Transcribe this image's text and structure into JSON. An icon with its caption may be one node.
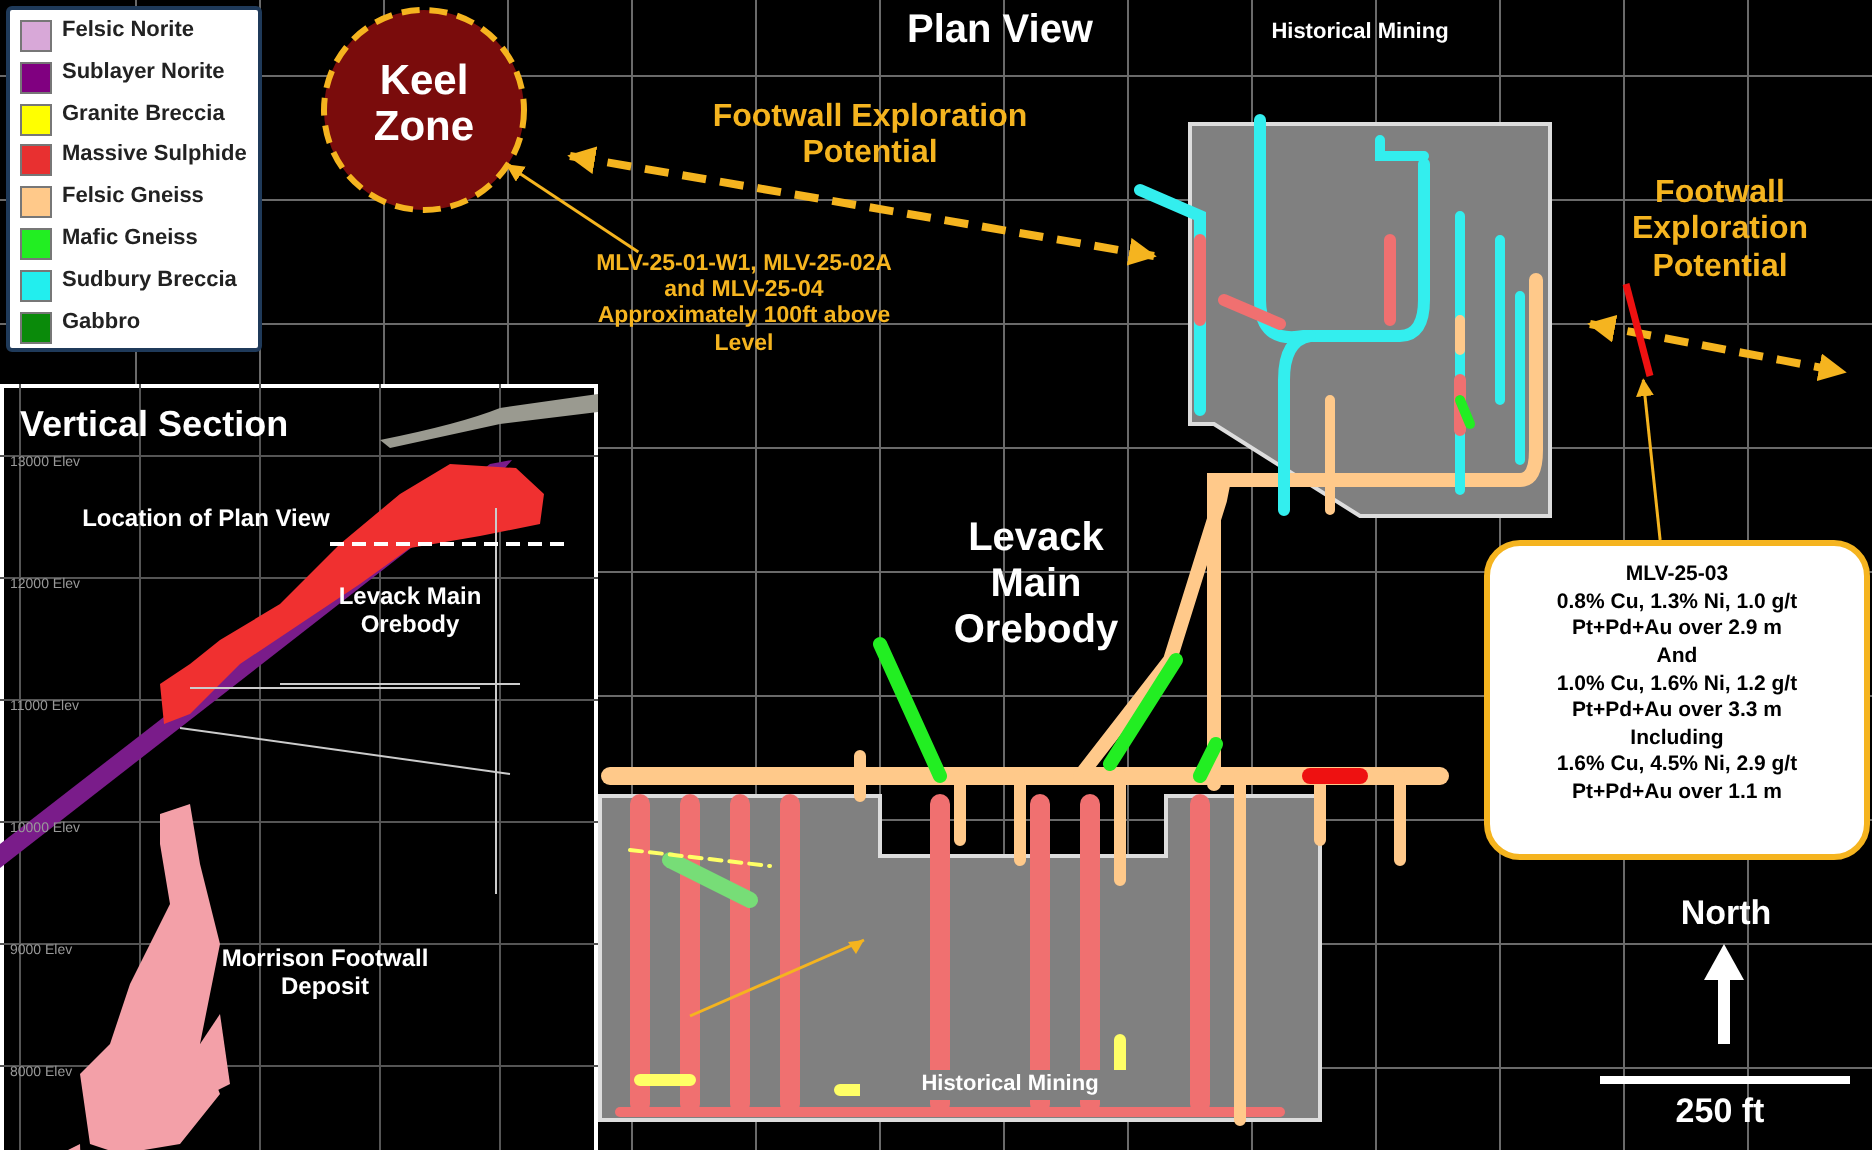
{
  "diagram": {
    "nodes": [
      {
        "text": [
          "Keel Zone"
        ]
      },
      {
        "text": [
          "Historical Mining"
        ]
      },
      {
        "text": [
          "MLV-25-01-W1, MLV-25-02A and MLV-25-04 Approximately 100ft above Level"
        ]
      },
      {
        "text": [],
        "shape": "bar"
      },
      {
        "text": [
          "Vertical Section"
        ]
      },
      {
        "text": [
          "MLV-25-03",
          "0.8% Cu, 1.3% Ni, 1.0 g/t Pt+Pd+Au over 2.9 m",
          "And",
          "1.0% Cu, 1.6% Ni, 1.2 g/t Pt+Pd+Au over 3.3 m",
          "Including",
          "1.6% Cu, 4.5% Ni, 2.9 g/t Pt+Pd+Au over 1.1 m"
        ]
      },
      {
        "text": [
          "Historical Mining"
        ]
      }
    ],
    "edges": [
      {
        "from": 2,
        "to": 0,
        "arrow": "to"
      },
      {
        "from": 5,
        "to": 3,
        "arrow": "to"
      }
    ],
    "labels": [
      "Plan View",
      "Footwall Exploration Potential",
      "Footwall Exploration Potential",
      "13000 Elev",
      "Location of Plan View",
      "12000 Elev",
      "Levack Main Orebody",
      "11000 Elev",
      "Levack Main Orebody",
      "10000 Elev",
      "North",
      "9000 Elev",
      "Morrison Footwall Deposit",
      "8000 Elev",
      "250 ft"
    ],
    "legend": [
      {
        "text": "Felsic Norite",
        "color": "#d8a8d8"
      },
      {
        "text": "Sublayer Norite",
        "color": "#800080"
      },
      {
        "text": "Granite Breccia",
        "color": "#ffff00"
      },
      {
        "text": "Massive Sulphide",
        "color": "#e83030"
      },
      {
        "text": "Felsic Gneiss",
        "color": "#ffc98a"
      },
      {
        "text": "Mafic Gneiss",
        "color": "#22ee22"
      },
      {
        "text": "Sudbury Breccia",
        "color": "#22eeee"
      },
      {
        "text": "Gabbro",
        "color": "#0a8a0a"
      }
    ]
  }
}
